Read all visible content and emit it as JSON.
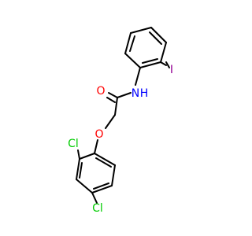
{
  "molecule": {
    "colors": {
      "bond": "#000000",
      "oxygen": "#ff0000",
      "nitrogen": "#0000ff",
      "chlorine": "#00cc00",
      "iodine": "#940094"
    },
    "atom_labels": {
      "carbonyl_oxygen": "O",
      "amide_nitrogen": "N",
      "amide_hydrogen": "H",
      "ether_oxygen": "O",
      "iodine": "I",
      "chlorine_ortho": "Cl",
      "chlorine_para": "Cl"
    }
  }
}
